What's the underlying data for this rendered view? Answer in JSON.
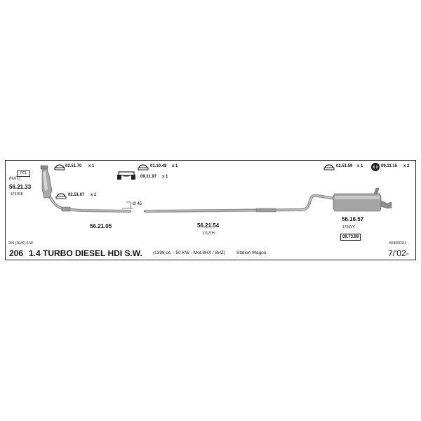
{
  "callouts": [
    {
      "code": "02.51.70",
      "qty": "x 1"
    },
    {
      "code": "01.10.48",
      "qty": "x 1"
    },
    {
      "code": "09.11.97",
      "qty": "x 1"
    },
    {
      "code": "02.51.67",
      "qty": "x 1"
    },
    {
      "code": "02.51.59",
      "qty": "x 1"
    },
    {
      "code": "09.11.15",
      "qty": "x 2"
    }
  ],
  "catalyst": {
    "tag": "(KAT.)",
    "box_text": "FCL",
    "part": "56.21.33",
    "sub": "1731R8"
  },
  "diameter_label": "Ø 45",
  "parts": [
    {
      "part": "56.21.05",
      "sub": ""
    },
    {
      "part": "56.21.54",
      "sub": "1717TH"
    }
  ],
  "rear_muffler": {
    "part": "56.16.57",
    "sub": "1726VY",
    "boxed_code": "09.73.99"
  },
  "footer": {
    "model_code": "206 (2E/K) S.W.",
    "ref": "563000111",
    "model_number": "206",
    "model_name": "1.4 TURBO DIESEL HDI S.W.",
    "spec": "(1398 cc. - 50 KW - Mot.8HX / 8HZ)",
    "body_type": "Station Wagon",
    "date": "7/'02-"
  }
}
